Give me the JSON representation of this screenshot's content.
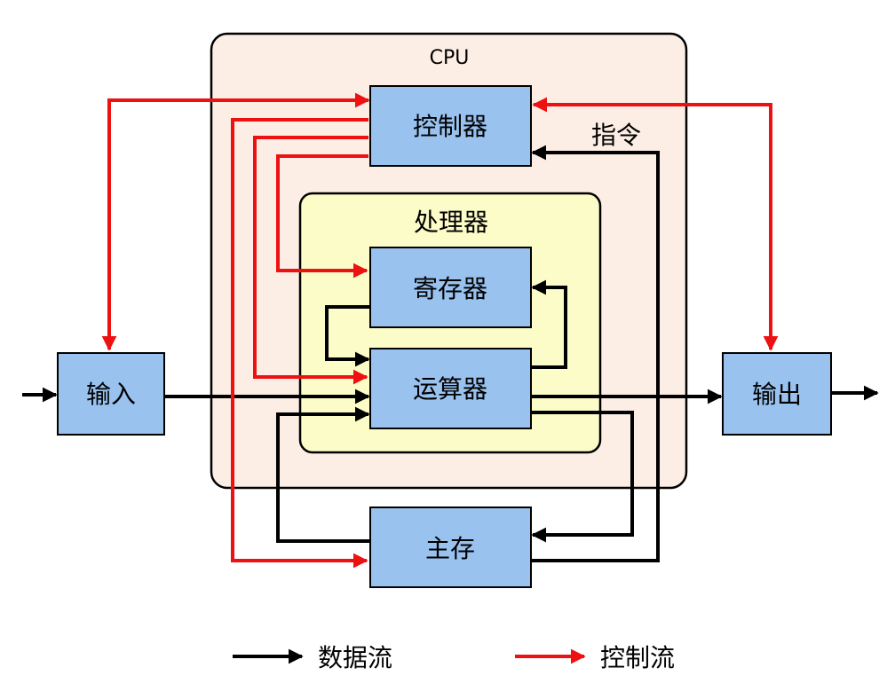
{
  "diagram": {
    "containers": {
      "cpu": {
        "label": "CPU"
      },
      "processor": {
        "label": "处理器"
      }
    },
    "boxes": {
      "controller": {
        "label": "控制器"
      },
      "register": {
        "label": "寄存器"
      },
      "alu": {
        "label": "运算器"
      },
      "memory": {
        "label": "主存"
      },
      "input": {
        "label": "输入"
      },
      "output": {
        "label": "输出"
      }
    },
    "annotations": {
      "instruction": "指令"
    },
    "legend": {
      "data_flow": "数据流",
      "control_flow": "控制流"
    },
    "colors": {
      "cpu_fill": "#fceee4",
      "processor_fill": "#fcfcc8",
      "box_fill": "#99c2ef",
      "data_flow": "#000000",
      "control_flow": "#ee1111"
    }
  }
}
